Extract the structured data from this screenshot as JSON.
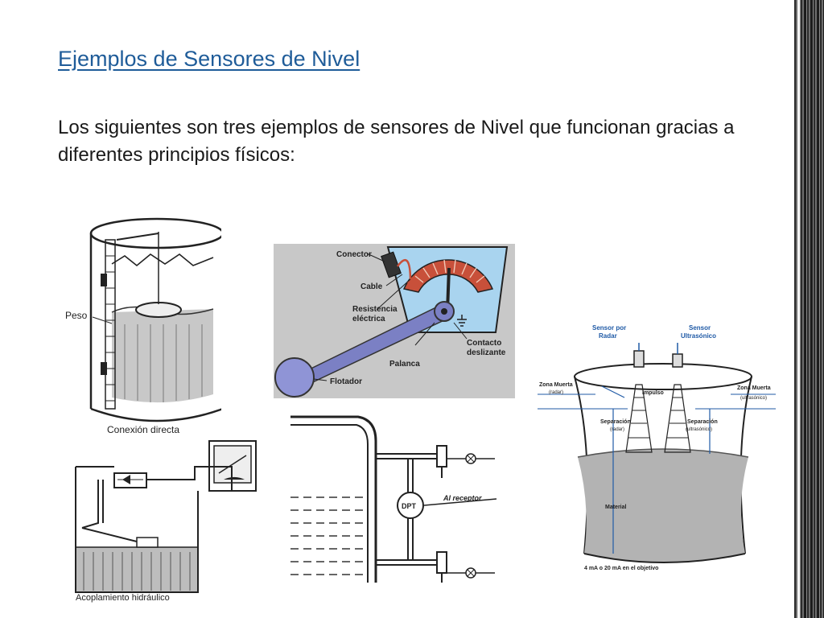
{
  "slide": {
    "title": "Ejemplos de Sensores de Nivel",
    "intro": "Los siguientes son tres ejemplos de sensores de Nivel que funcionan gracias a diferentes principios físicos:"
  },
  "figures": {
    "direct": {
      "peso_label": "Peso",
      "caption": "Conexión directa"
    },
    "float_sensor": {
      "conector": "Conector",
      "cable": "Cable",
      "resistencia_1": "Resistencia",
      "resistencia_2": "eléctrica",
      "contacto_1": "Contacto",
      "contacto_2": "deslizante",
      "palanca": "Palanca",
      "flotador": "Flotador"
    },
    "hydraulic": {
      "caption": "Acoplamiento hidráulico"
    },
    "dp": {
      "dpt": "DPT",
      "receptor": "Al receptor"
    },
    "radar": {
      "radar_1": "Sensor por",
      "radar_2": "Radar",
      "ultra_1": "Sensor",
      "ultra_2": "Ultrasónico",
      "zona_muerta_left": "Zona Muerta",
      "zona_muerta_left_sub": "(radar)",
      "zona_muerta_right": "Zona Muerta",
      "zona_muerta_right_sub": "(ultrasónico)",
      "impulso": "Impulso",
      "separacion_left": "Separación",
      "separacion_left_sub": "(radar)",
      "separacion_right": "Separación",
      "separacion_right_sub": "(ultrasónico)",
      "material": "Material",
      "footer": "4 mA o 20 mA en el objetivo"
    }
  },
  "colors": {
    "title": "#1f5c99",
    "float_bg": "#c8c8c8",
    "float_arm": "#7b80c4",
    "resistor": "#c8503a",
    "radar_accent": "#1f5aa6"
  }
}
